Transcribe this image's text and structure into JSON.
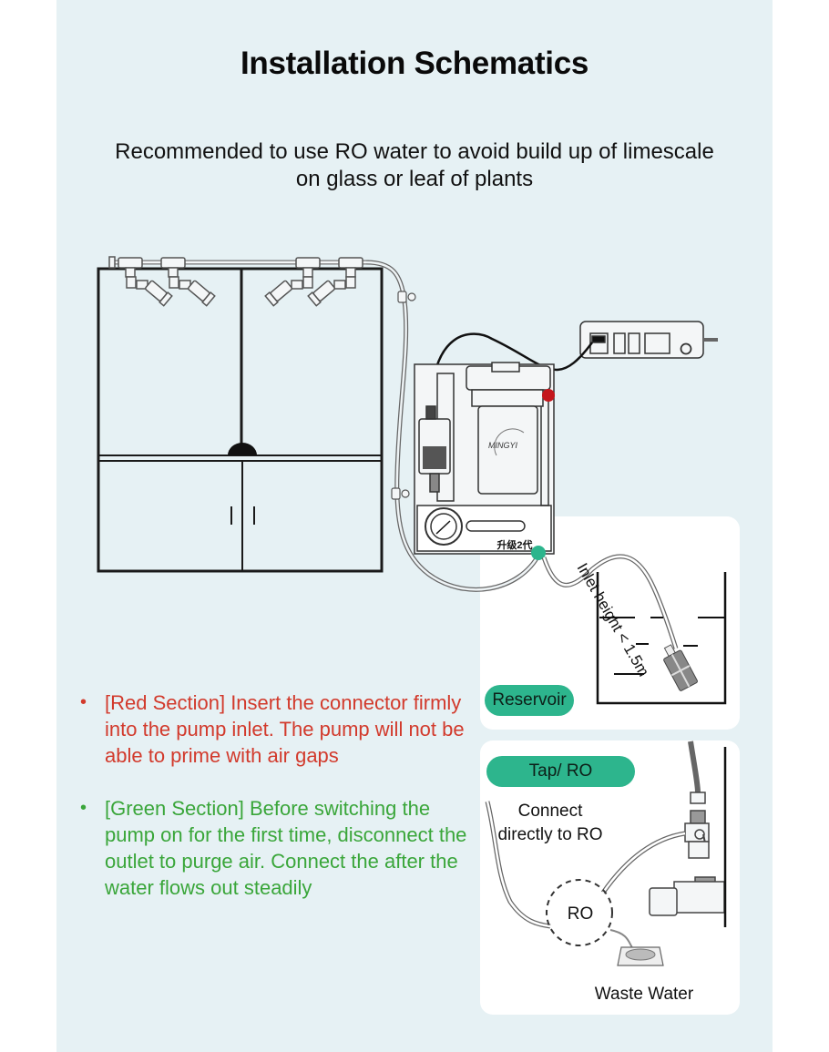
{
  "header": {
    "title": "Installation Schematics",
    "subtitle": "Recommended to use RO water to avoid build up of limescale on glass or leaf of plants"
  },
  "diagram": {
    "pump_brand": "MINGYI",
    "pump_badge": "升级2代",
    "inlet_label": "Inlet height < 1.5m",
    "reservoir_label": "Reservoir",
    "tap_label": "Tap/ RO",
    "connect_label": "Connect directly to RO",
    "ro_label": "RO",
    "waste_label": "Waste Water",
    "markers": {
      "red_marker_color": "#c4161c",
      "green_marker_color": "#2db58d"
    }
  },
  "notes": [
    {
      "bullet": "•",
      "text": "[Red Section] Insert the connector firmly into the pump inlet. The pump will not be able to prime with air gaps",
      "color": "#d23a2c"
    },
    {
      "bullet": "•",
      "text": "[Green Section] Before switching the pump on for the first time, disconnect the outlet to purge air. Connect the after the water flows out steadily",
      "color": "#3aa63a"
    }
  ],
  "colors": {
    "background": "#e6f1f4",
    "pill": "#2db58d"
  }
}
